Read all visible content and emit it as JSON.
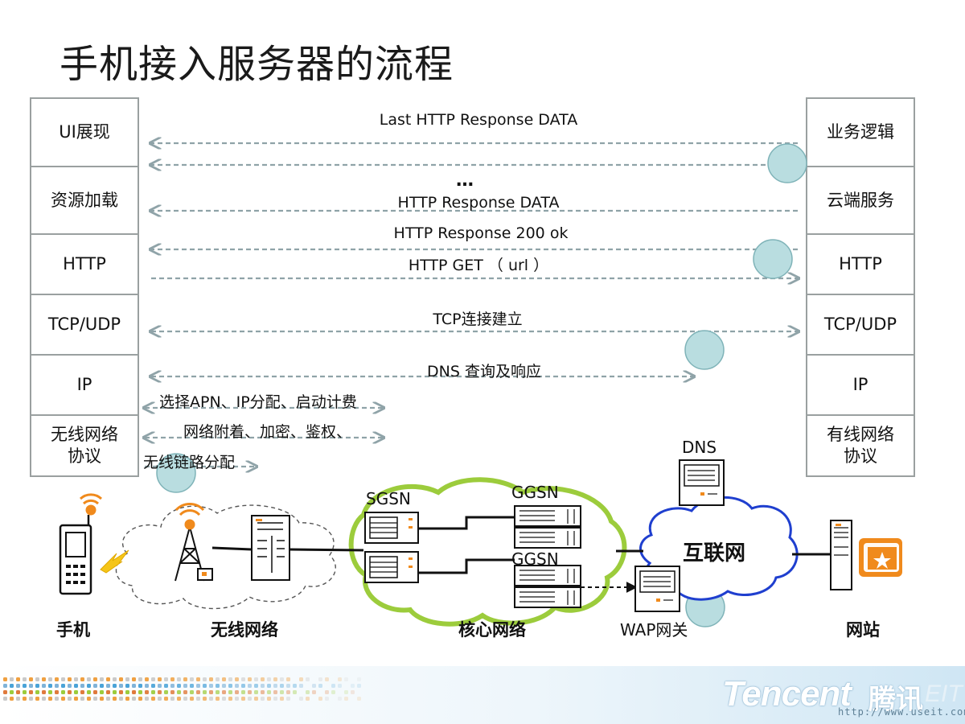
{
  "title": "手机接入服务器的流程",
  "left_stack": [
    "UI展现",
    "资源加载",
    "HTTP",
    "TCP/UDP",
    "IP",
    "无线网络\n协议"
  ],
  "right_stack": [
    "业务逻辑",
    "云端服务",
    "HTTP",
    "TCP/UDP",
    "IP",
    "有线网络\n协议"
  ],
  "messages": {
    "last_response": "Last HTTP Response DATA",
    "ellipsis": "…",
    "response_data": "HTTP Response DATA",
    "response_200": "HTTP Response 200 ok",
    "get": "HTTP GET （ url ）",
    "tcp": "TCP连接建立",
    "dns": "DNS 查询及响应",
    "apn": "选择APN、IP分配、启动计费",
    "attach": "网络附着、加密、鉴权、",
    "link": "无线链路分配"
  },
  "nodes": {
    "sgsn": "SGSN",
    "ggsn1": "GGSN",
    "ggsn2": "GGSN",
    "dns": "DNS",
    "internet": "互联网",
    "wap": "WAP网关"
  },
  "bottom_labels": {
    "phone": "手机",
    "wireless": "无线网络",
    "core": "核心网络",
    "website": "网站"
  },
  "brand": {
    "logo_en": "Tencent",
    "logo_cn": "腾讯",
    "suffix": "EIT",
    "url": "http://www.useit.com.cn"
  },
  "colors": {
    "arrow": "#8fa3a8",
    "circle": "#b9dde0",
    "core_cloud": "#9ccc3c",
    "internet_cloud": "#1f3fcf",
    "accent_orange": "#f08a1c"
  }
}
